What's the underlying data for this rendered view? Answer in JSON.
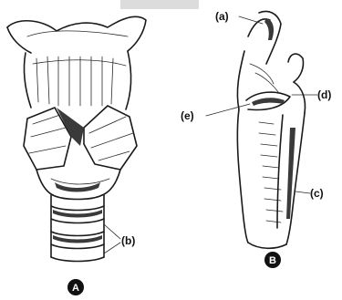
{
  "figures": [
    {
      "caption": "A",
      "labels": [
        {
          "text": "(b)"
        }
      ]
    },
    {
      "caption": "B",
      "labels": [
        {
          "text": "(a)"
        },
        {
          "text": "(d)"
        },
        {
          "text": "(e)"
        },
        {
          "text": "(c)"
        }
      ]
    }
  ],
  "colors": {
    "ink": "#1a1a1a",
    "paper": "#ffffff",
    "watermark": "#cfcfcf"
  }
}
